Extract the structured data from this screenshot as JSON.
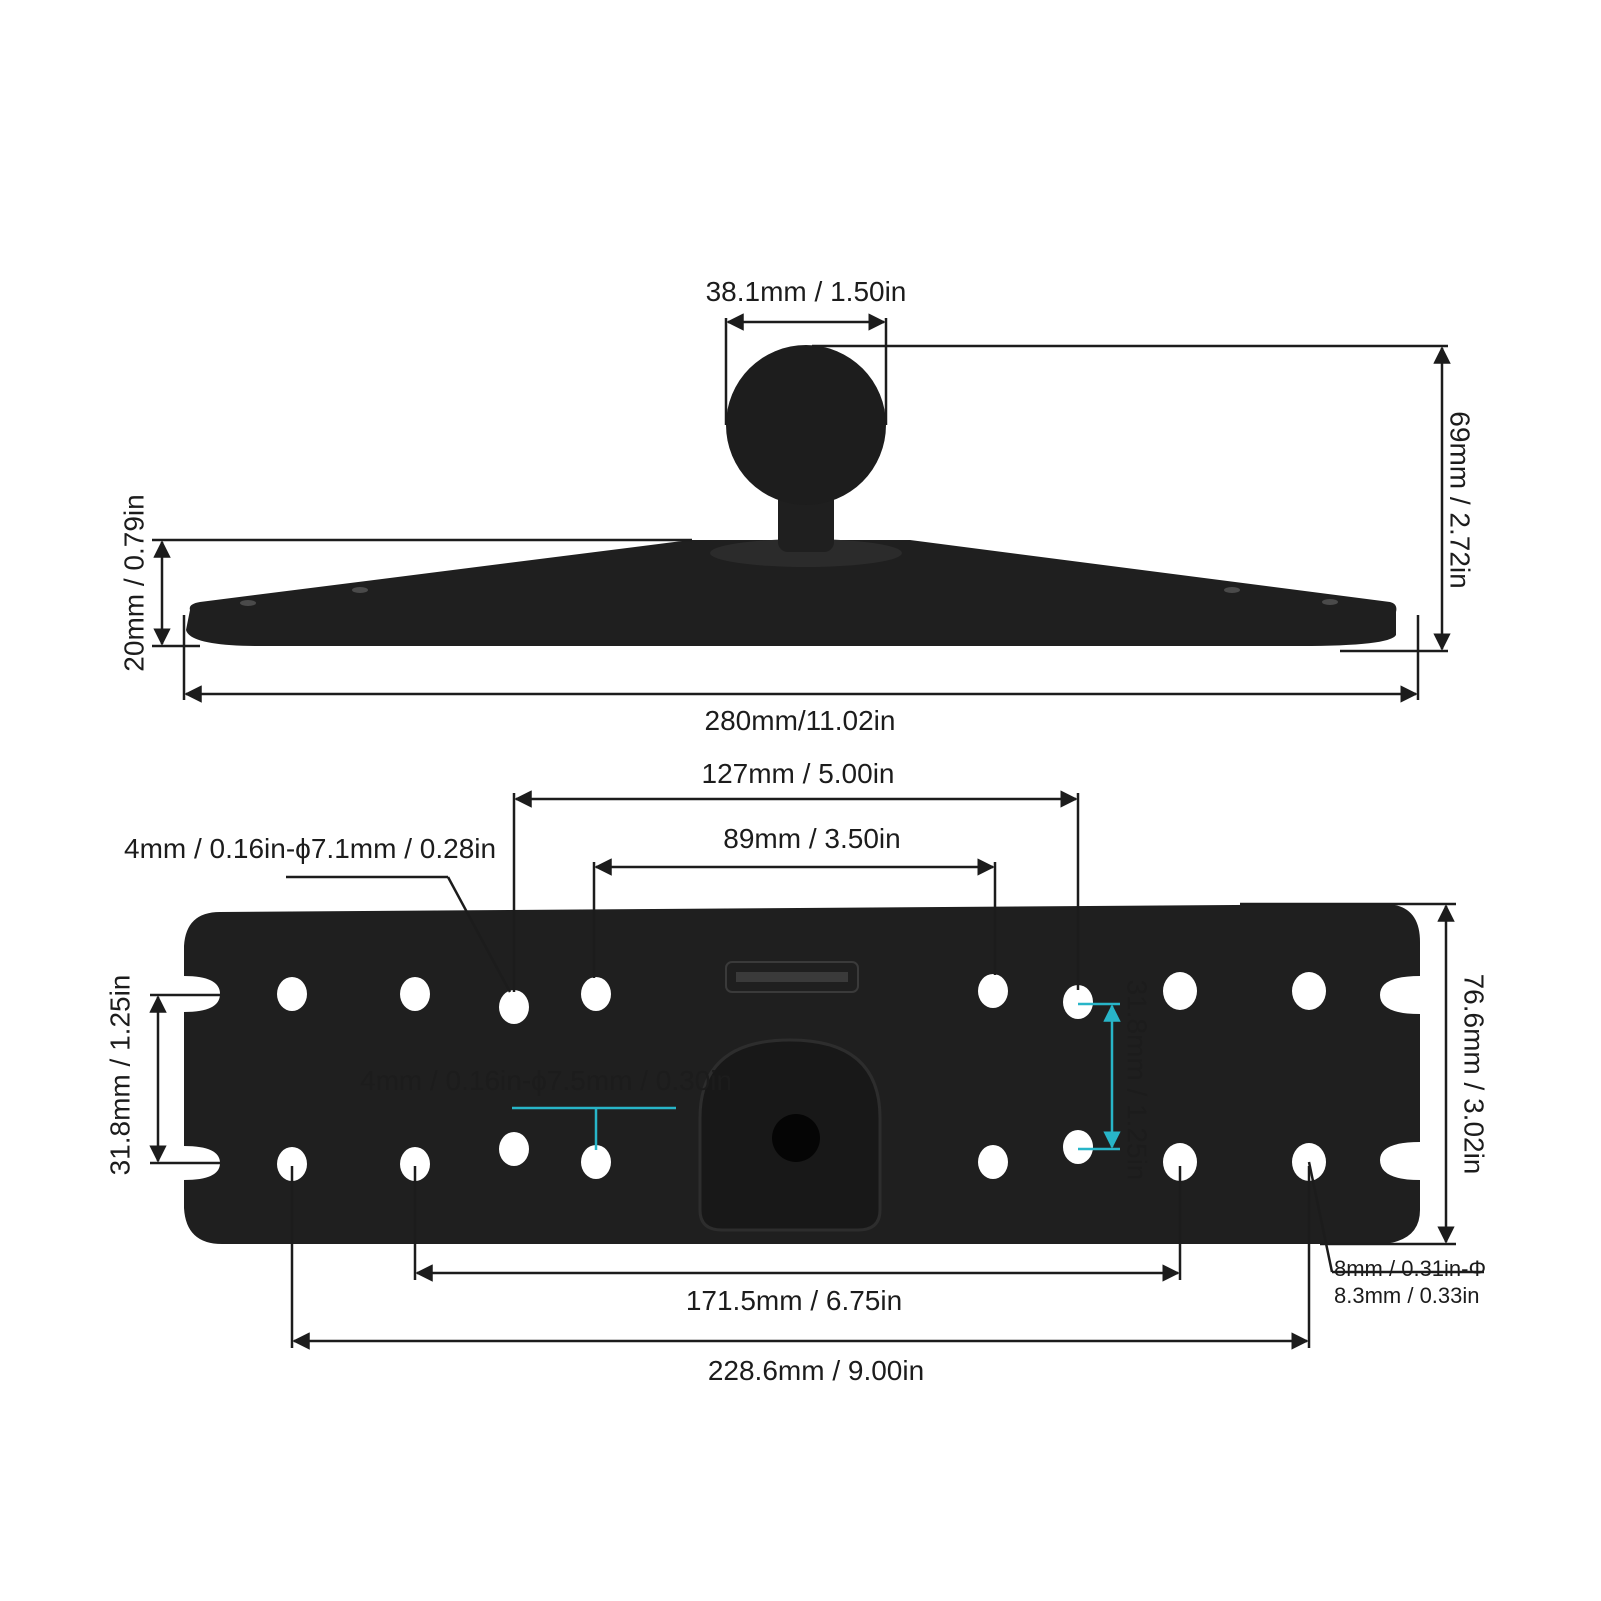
{
  "dimensions": {
    "ball_diameter": "38.1mm / 1.50in",
    "total_height": "69mm / 2.72in",
    "plate_height": "20mm / 0.79in",
    "overall_length": "280mm/11.02in",
    "hole_spacing_127": "127mm / 5.00in",
    "hole_spacing_89": "89mm / 3.50in",
    "small_hole_upper": "4mm / 0.16in-ϕ7.1mm / 0.28in",
    "small_hole_mid": "4mm / 0.16in-ϕ7.5mm / 0.30in",
    "left_row_spacing": "31.8mm / 1.25in",
    "inner_row_spacing": "31.8mm / 1.25in",
    "plate_width": "76.6mm / 3.02in",
    "large_hole_line1": "8mm / 0.31in-Φ",
    "large_hole_line2": "8.3mm / 0.33in",
    "hole_spacing_171": "171.5mm / 6.75in",
    "hole_spacing_228": "228.6mm / 9.00in"
  },
  "colors": {
    "product": "#1f1f1f",
    "dimension_line": "#1c1c1c",
    "accent_dimension": "#28b5c8",
    "background": "#ffffff"
  }
}
